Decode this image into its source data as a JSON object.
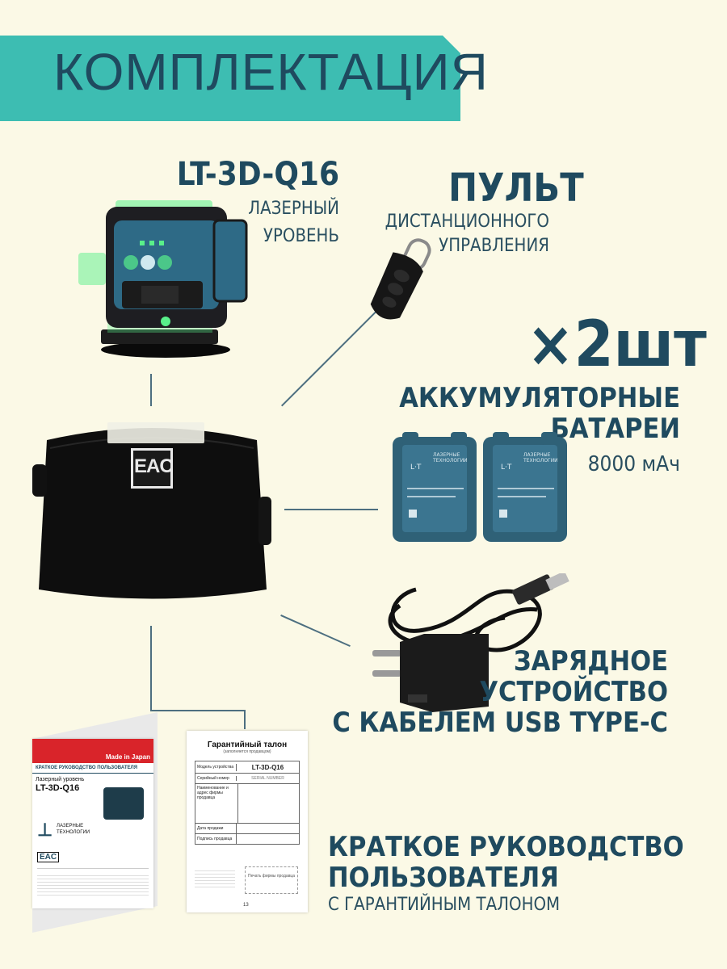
{
  "header": {
    "title": "КОМПЛЕКТАЦИЯ"
  },
  "laser": {
    "model": "LT-3D-Q16",
    "line1": "ЛАЗЕРНЫЙ",
    "line2": "УРОВЕНЬ"
  },
  "remote": {
    "title": "ПУЛЬТ",
    "line1": "ДИСТАНЦИОННОГО",
    "line2": "УПРАВЛЕНИЯ"
  },
  "batteries": {
    "count": "×2шт",
    "title1": "АККУМУЛЯТОРНЫЕ",
    "title2": "БАТАРЕИ",
    "capacity": "8000 мАч",
    "brand_lines": [
      "ЛАЗЕРНЫЕ",
      "ТЕХНОЛОГИИ"
    ]
  },
  "charger": {
    "line1": "ЗАРЯДНОЕ",
    "line2": "УСТРОЙСТВО",
    "line3": "С КАБЕЛЕМ USB TYPE-C"
  },
  "manual": {
    "title1": "КРАТКОЕ РУКОВОДСТВО",
    "title2": "ПОЛЬЗОВАТЕЛЯ",
    "subtitle": "С ГАРАНТИЙНЫМ ТАЛОНОМ"
  },
  "bag": {
    "mark": "EAC"
  },
  "booklet": {
    "made_in": "Made in Japan",
    "heading": "КРАТКОЕ РУКОВОДСТВО ПОЛЬЗОВАТЕЛЯ",
    "product": "Лазерный уровень",
    "model": "LT-3D-Q16",
    "brand1": "ЛАЗЕРНЫЕ",
    "brand2": "ТЕХНОЛОГИИ",
    "mark": "EAC"
  },
  "warranty": {
    "title": "Гарантийный талон",
    "subtitle": "(заполняется продавцом)",
    "rows": [
      {
        "label": "Модель устройства",
        "value": "LT-3D-Q16"
      },
      {
        "label": "Серийный номер",
        "value": "SERIAL NUMBER"
      },
      {
        "label": "Наименование и адрес фирмы продавца",
        "value": ""
      },
      {
        "label": "Дата продажи",
        "value": ""
      },
      {
        "label": "Подпись продавца",
        "value": ""
      }
    ],
    "stamp": "Печать фирмы продавца",
    "page": "13"
  },
  "colors": {
    "background": "#fbf9e6",
    "banner": "#3dbdb2",
    "text": "#1f4a5f",
    "device_blue": "#2e6a86",
    "laser_green": "#59f08a"
  }
}
